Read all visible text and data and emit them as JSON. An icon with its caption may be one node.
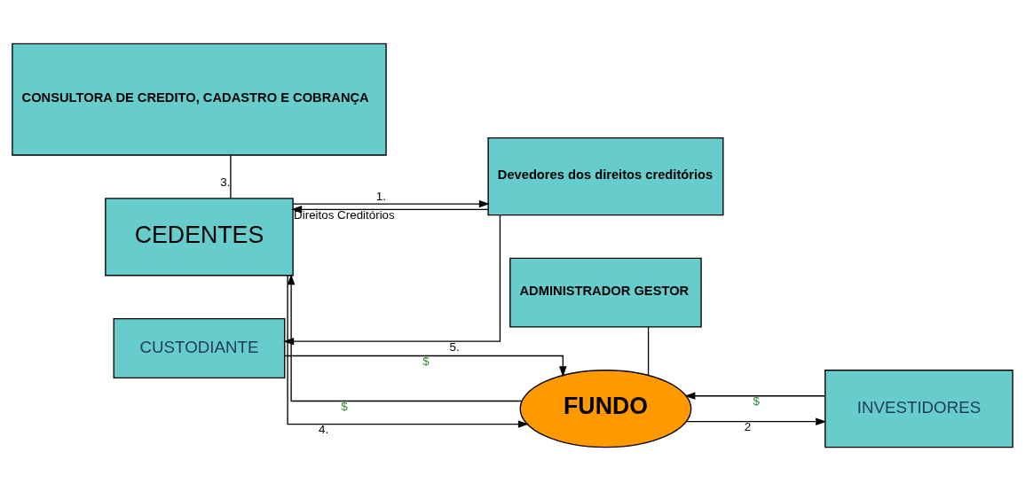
{
  "diagram": {
    "nodes": [
      {
        "text": [
          "CONSULTORA DE CREDITO, CADASTRO E COBRANÇA"
        ]
      },
      {
        "text": [
          "ADMINISTRADOR GESTOR"
        ]
      },
      {
        "text": [
          "Devedores dos direitos creditórios"
        ]
      },
      {
        "text": [
          "CEDENTES"
        ]
      },
      {
        "text": [
          "FUNDO"
        ]
      },
      {
        "text": [
          "INVESTIDORES"
        ]
      },
      {
        "text": [
          "CUSTODIANTE"
        ]
      }
    ],
    "edges": [
      {
        "from": 2,
        "to": 3,
        "arrow": "to",
        "label": "Direitos Creditórios"
      },
      {
        "from": 3,
        "to": 2,
        "arrow": "to",
        "label": "1."
      },
      {
        "from": 0,
        "to": 3,
        "arrow": "none",
        "label": "3."
      },
      {
        "from": 3,
        "to": 4,
        "arrow": "to",
        "label": "4."
      },
      {
        "from": 4,
        "to": 3,
        "arrow": "to",
        "label": "$"
      },
      {
        "from": 1,
        "to": 4,
        "arrow": "none"
      },
      {
        "from": 4,
        "to": 5,
        "arrow": "to",
        "label": "2"
      },
      {
        "from": 5,
        "to": 4,
        "arrow": "to",
        "label": "$"
      },
      {
        "from": 2,
        "to": 6,
        "arrow": "to",
        "label": "5."
      },
      {
        "from": 6,
        "to": 4,
        "arrow": "to",
        "label": "$"
      }
    ]
  }
}
